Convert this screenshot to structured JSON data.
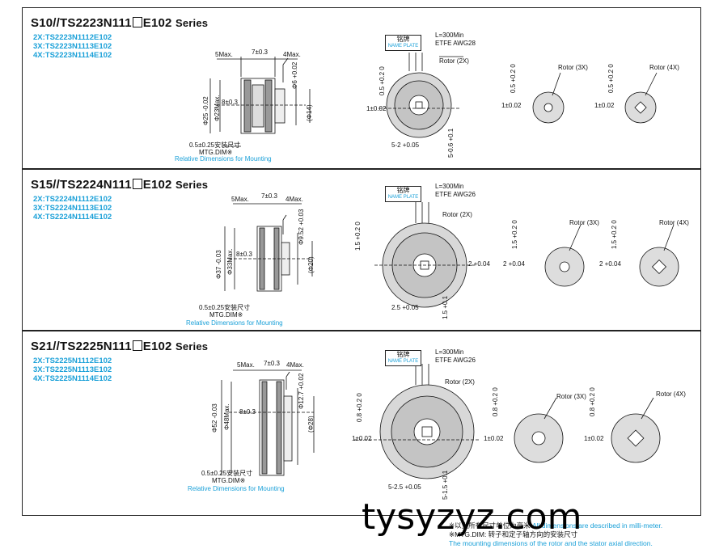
{
  "panels": [
    {
      "title_prefix": "S10//TS2223N111",
      "title_suffix": "E102",
      "title_series": "Series",
      "variants": [
        "2X:TS2223N1112E102",
        "3X:TS2223N1113E102",
        "4X:TS2223N1114E102"
      ],
      "dims": {
        "left_max": "5Max.",
        "width": "7±0.3",
        "right_max": "4Max.",
        "outer_dia": "Φ25 -0.02",
        "inner_dia": "Φ23Max.",
        "shaft_len": "8±0.3",
        "bore": "Φ6 +0.02",
        "bore_tol": "0",
        "hole": "(Φ14)",
        "mount": "0.5±0.25安装尺寸",
        "mtg": "MTG.DIM※",
        "relative": "Relative Dimensions for Mounting"
      },
      "front": {
        "nameplate_cn": "铭牌",
        "nameplate_en": "NAME PLATE",
        "lead": "L=300Min",
        "wire": "ETFE AWG28",
        "rotor": "Rotor (2X)",
        "gap": "0.5 +0.2 0",
        "key": "1±0.02",
        "slot": "5-2 +0.05",
        "depth": "5-0.6 +0.1"
      },
      "rotor3": {
        "label": "Rotor (3X)",
        "gap": "0.5 +0.2 0",
        "key": "1±0.02"
      },
      "rotor4": {
        "label": "Rotor (4X)",
        "gap": "0.5 +0.2 0",
        "key": "1±0.02"
      }
    },
    {
      "title_prefix": "S15//TS2224N111",
      "title_suffix": "E102",
      "title_series": "Series",
      "variants": [
        "2X:TS2224N1112E102",
        "3X:TS2224N1113E102",
        "4X:TS2224N1114E102"
      ],
      "dims": {
        "left_max": "5Max.",
        "width": "7±0.3",
        "right_max": "4Max.",
        "outer_dia": "Φ37 -0.03",
        "inner_dia": "Φ33Max.",
        "shaft_len": "8±0.3",
        "bore": "Φ9.52 +0.03",
        "bore_tol": "0",
        "hole": "(Φ20)",
        "mount": "0.5±0.25安装尺寸",
        "mtg": "MTG.DIM※",
        "relative": "Relative Dimensions for Mounting"
      },
      "front": {
        "nameplate_cn": "铭牌",
        "nameplate_en": "NAME PLATE",
        "lead": "L=300Min",
        "wire": "ETFE AWG26",
        "rotor": "Rotor (2X)",
        "gap": "1.5 +0.2 0",
        "key": "2 +0.04",
        "slot": "2.5 +0.05",
        "depth": "1.5 +0.1"
      },
      "rotor3": {
        "label": "Rotor (3X)",
        "gap": "1.5 +0.2 0",
        "key": "2 +0.04"
      },
      "rotor4": {
        "label": "Rotor (4X)",
        "gap": "1.5 +0.2 0",
        "key": "2 +0.04"
      }
    },
    {
      "title_prefix": "S21//TS2225N111",
      "title_suffix": "E102",
      "title_series": "Series",
      "variants": [
        "2X:TS2225N1112E102",
        "3X:TS2225N1113E102",
        "4X:TS2225N1114E102"
      ],
      "dims": {
        "left_max": "5Max.",
        "width": "7±0.3",
        "right_max": "4Max.",
        "outer_dia": "Φ52 -0.03",
        "inner_dia": "Φ48Max.",
        "shaft_len": "8±0.3",
        "bore": "Φ12.7 +0.02",
        "bore_tol": "0",
        "hole": "(Φ28)",
        "mount": "0.5±0.25安装尺寸",
        "mtg": "MTG.DIM※",
        "relative": "Relative Dimensions for Mounting"
      },
      "front": {
        "nameplate_cn": "铭牌",
        "nameplate_en": "NAME PLATE",
        "lead": "L=300Min",
        "wire": "ETFE AWG26",
        "rotor": "Rotor (2X)",
        "gap": "0.8 +0.2 0",
        "key": "1±0.02",
        "slot": "5-2.5 +0.05",
        "depth": "5-1.5 +0.1"
      },
      "rotor3": {
        "label": "Rotor (3X)",
        "gap": "0.8 +0.2 0",
        "key": "1±0.02"
      },
      "rotor4": {
        "label": "Rotor (4X)",
        "gap": "0.8 +0.2 0",
        "key": "1±0.02"
      }
    }
  ],
  "footer": {
    "line1_cn": "※以上所有尺寸单位为毫米",
    "line1_en": "All dimensions are described in milli-meter.",
    "line2_cn": "※MTG.DIM: 转子和定子轴方向的安装尺寸",
    "line3_en": "The mounting dimensions of the rotor and the stator axial direction."
  },
  "watermark": "tysyzyz.com"
}
